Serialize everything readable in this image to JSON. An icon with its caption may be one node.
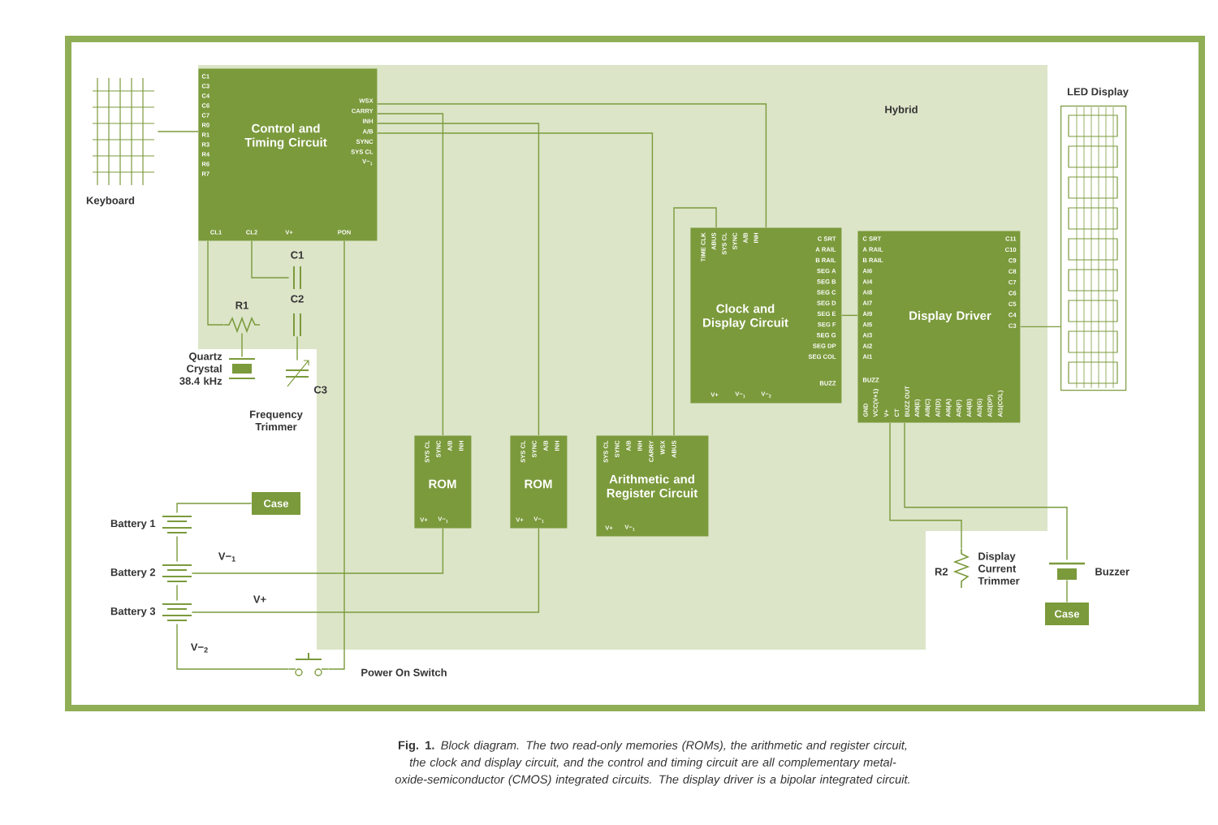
{
  "diagram": {
    "nodes": [
      {
        "text": [
          "Hybrid"
        ]
      },
      {
        "text": [
          "Control and Timing Circuit",
          "C1",
          "C3",
          "C4",
          "C6",
          "C7",
          "R0",
          "R1",
          "R3",
          "R4",
          "R6",
          "R7",
          "WSX",
          "CARRY",
          "INH",
          "A/B",
          "SYNC",
          "SYS CL",
          "V−$_{1}$",
          "CL1",
          "CL2",
          "V+",
          "PON"
        ],
        "in": 0
      },
      {
        "text": [
          "ROM",
          "SYS CL",
          "SYNC",
          "A/B",
          "INH",
          "V+",
          "V−$_{1}$"
        ],
        "in": 0
      },
      {
        "text": [
          "ROM",
          "SYS CL",
          "SYNC",
          "A/B",
          "INH",
          "V+",
          "V−$_{1}$"
        ],
        "in": 0
      },
      {
        "text": [
          "Arithmetic and Register Circuit",
          "SYS CL",
          "SYNC",
          "A/B",
          "INH",
          "CARRY",
          "WSX",
          "ABUS",
          "V+",
          "V−$_{1}$"
        ],
        "in": 0
      },
      {
        "text": [
          "Clock and Display Circuit",
          "TIME CLK",
          "ABUS",
          "SYS CL",
          "SYNC",
          "A/B",
          "INH",
          "C SRT",
          "A RAIL",
          "B RAIL",
          "SEG A",
          "SEG B",
          "SEG C",
          "SEG D",
          "SEG E",
          "SEG F",
          "SEG G",
          "SEG DP",
          "SEG COL",
          "BUZZ",
          "V+",
          "V−$_{1}$",
          "V−$_{2}$"
        ],
        "in": 0
      },
      {
        "text": [
          "Display Driver",
          "C SRT",
          "A RAIL",
          "B RAIL",
          "AI6",
          "AI4",
          "AI8",
          "AI7",
          "AI9",
          "AI5",
          "AI3",
          "AI2",
          "AI1",
          "BUZZ",
          "C11",
          "C10",
          "C9",
          "C8",
          "C7",
          "C6",
          "C5",
          "C4",
          "C3",
          "GND",
          "VCC(V+1)",
          "V+",
          "CT",
          "BUZZ OUT",
          "AI9(E)",
          "AI8(C)",
          "AI7(D)",
          "AI6(A)",
          "AI5(F)",
          "AI4(B)",
          "AI3(G)",
          "AI2(DP)",
          "AI1(COL)"
        ],
        "in": 0
      },
      {
        "text": [
          "Keyboard"
        ]
      },
      {
        "text": [
          "LED Display"
        ]
      },
      {
        "text": [
          "R1"
        ],
        "in": 0
      },
      {
        "text": [
          "C1"
        ],
        "in": 0
      },
      {
        "text": [
          "C2"
        ],
        "in": 0
      },
      {
        "text": [
          "Quartz Crystal 38.4 kHz"
        ]
      },
      {
        "text": [
          "C3",
          "Frequency Trimmer"
        ]
      },
      {
        "text": [
          "Case"
        ]
      },
      {
        "text": [
          "Battery 1"
        ]
      },
      {
        "text": [
          "Battery 2"
        ]
      },
      {
        "text": [
          "Battery 3"
        ]
      },
      {
        "text": [
          "Power On Switch"
        ]
      },
      {
        "text": [
          "R2",
          "Display Current Trimmer"
        ]
      },
      {
        "text": [
          "Buzzer"
        ]
      },
      {
        "text": [
          "Case"
        ]
      }
    ],
    "edges": [
      {
        "from": 7,
        "to": 1,
        "arrow": "none"
      },
      {
        "from": 1,
        "to": 2,
        "arrow": "none"
      },
      {
        "from": 1,
        "to": 3,
        "arrow": "none"
      },
      {
        "from": 1,
        "to": 4,
        "arrow": "none"
      },
      {
        "from": 1,
        "to": 5,
        "arrow": "none"
      },
      {
        "from": 5,
        "to": 6,
        "arrow": "none"
      },
      {
        "from": 6,
        "to": 8,
        "arrow": "none"
      },
      {
        "from": 1,
        "to": 9,
        "arrow": "none"
      },
      {
        "from": 1,
        "to": 10,
        "arrow": "none"
      },
      {
        "from": 9,
        "to": 12,
        "arrow": "none"
      },
      {
        "from": 11,
        "to": 13,
        "arrow": "none"
      },
      {
        "from": 15,
        "to": 14,
        "arrow": "none"
      },
      {
        "from": 15,
        "to": 16,
        "arrow": "none"
      },
      {
        "from": 16,
        "to": 17,
        "arrow": "none"
      },
      {
        "from": 17,
        "to": 18,
        "arrow": "none"
      },
      {
        "from": 18,
        "to": 1,
        "arrow": "none"
      },
      {
        "from": 6,
        "to": 19,
        "arrow": "none"
      },
      {
        "from": 6,
        "to": 20,
        "arrow": "none"
      },
      {
        "from": 20,
        "to": 21,
        "arrow": "none"
      },
      {
        "from": 4,
        "to": 5,
        "arrow": "none"
      },
      {
        "from": 16,
        "to": 2,
        "arrow": "none"
      },
      {
        "from": 17,
        "to": 3,
        "arrow": "none"
      }
    ],
    "labels": [
      "V−$_{1}$",
      "V+",
      "V−$_{2}$"
    ],
    "caption": "**Fig. 1.** *Block diagram. The two read-only memories (ROMs), the arithmetic and register circuit, the clock and display circuit, and the control and timing circuit are all complementary metal-oxide-semiconductor (CMOS) integrated circuits. The display driver is a bipolar integrated circuit.*"
  }
}
